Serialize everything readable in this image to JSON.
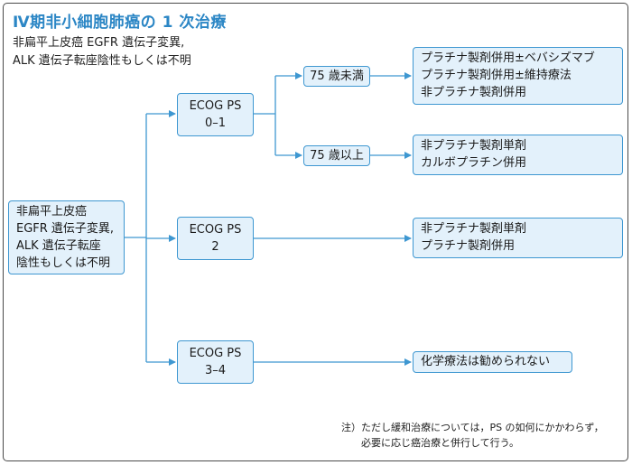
{
  "title": "Ⅳ期非小細胞肺癌の 1 次治療",
  "subtitle": {
    "line1": "非扁平上皮癌 EGFR 遺伝子変異,",
    "line2": "ALK 遺伝子転座陰性もしくは不明"
  },
  "root": {
    "lines": [
      "非扁平上皮癌",
      "EGFR 遺伝子変異,",
      "ALK 遺伝子転座",
      "陰性もしくは不明"
    ]
  },
  "ecog": [
    {
      "lines": [
        "ECOG PS",
        "0–1"
      ]
    },
    {
      "lines": [
        "ECOG PS",
        "2"
      ]
    },
    {
      "lines": [
        "ECOG PS",
        "3–4"
      ]
    }
  ],
  "age": [
    {
      "label": "75 歳未満"
    },
    {
      "label": "75 歳以上"
    }
  ],
  "treatments": [
    {
      "lines": [
        "プラチナ製剤併用±ベバシズマブ",
        "プラチナ製剤併用±維持療法",
        "非プラチナ製剤併用"
      ]
    },
    {
      "lines": [
        "非プラチナ製剤単剤",
        "カルボプラチン併用"
      ]
    },
    {
      "lines": [
        "非プラチナ製剤単剤",
        "プラチナ製剤併用"
      ]
    },
    {
      "lines": [
        "化学療法は勧められない"
      ]
    }
  ],
  "note": {
    "line1": "注）ただし緩和治療については，PS の如何にかかわらず，",
    "line2": "必要に応じ癌治療と併行して行う。"
  },
  "colors": {
    "title": "#2b86c5",
    "box_fill": "#e3f1fb",
    "box_border": "#3e97d1",
    "connector": "#3e97d1"
  }
}
